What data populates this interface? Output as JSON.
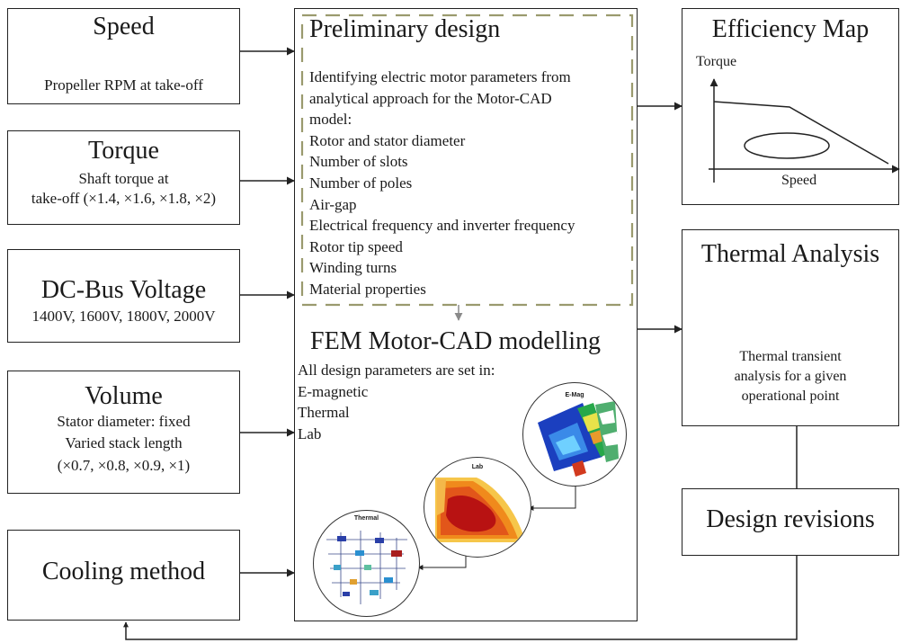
{
  "inputs": {
    "speed": {
      "title": "Speed",
      "lines": [
        "Propeller RPM at take-off"
      ]
    },
    "torque": {
      "title": "Torque",
      "lines": [
        "Shaft torque at",
        "take-off (×1.4, ×1.6, ×1.8, ×2)"
      ]
    },
    "voltage": {
      "title": "DC-Bus Voltage",
      "lines": [
        "1400V, 1600V, 1800V, 2000V"
      ]
    },
    "volume": {
      "title": "Volume",
      "lines": [
        "Stator diameter: fixed",
        "Varied stack length",
        "(×0.7, ×0.8, ×0.9, ×1)"
      ]
    },
    "cooling": {
      "title": "Cooling method"
    }
  },
  "preliminary": {
    "title": "Preliminary design",
    "lines": [
      "Identifying electric motor parameters from",
      "analytical approach for the Motor-CAD",
      "model:",
      "Rotor and stator diameter",
      "Number of slots",
      "Number of poles",
      "Air-gap",
      "Electrical frequency and inverter frequency",
      "Rotor tip speed",
      "Winding turns",
      "Material properties"
    ]
  },
  "fem": {
    "title": "FEM Motor-CAD modelling",
    "lines": [
      "All design parameters are set in:",
      "E-magnetic",
      "Thermal",
      "Lab"
    ],
    "thumbs": {
      "emag": "E-Mag",
      "lab": "Lab",
      "thermal": "Thermal"
    }
  },
  "efficiency_map": {
    "title": "Efficiency Map",
    "y_label": "Torque",
    "x_label": "Speed"
  },
  "thermal_analysis": {
    "title": "Thermal Analysis",
    "lines": [
      "Thermal transient",
      "analysis for a given",
      "operational point"
    ]
  },
  "design_revisions": {
    "title": "Design revisions"
  },
  "colors": {
    "dashed_border": "#9a9a6e",
    "stroke": "#222222",
    "lab_dark": "#b81212",
    "lab_light": "#f08a1c"
  }
}
